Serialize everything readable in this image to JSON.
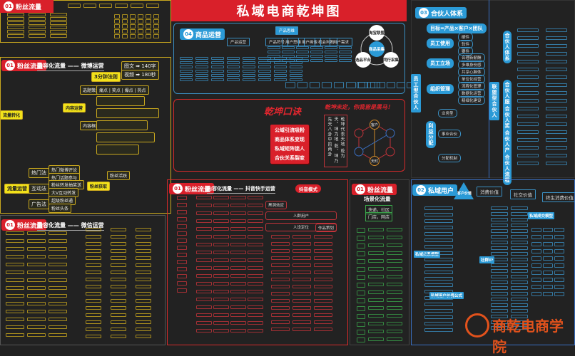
{
  "title": "私域电商乾坤图",
  "fans_top": {
    "badge_num": "01",
    "badge": "粉丝流量"
  },
  "weibo": {
    "badge_num": "01",
    "badge": "粉丝流量",
    "subtitle": "内容化流量 —— 微博运营",
    "rule": "3分钟法则",
    "rule_items": [
      "图文 ➡ 140字",
      "视频 ➡ 180秒"
    ],
    "traffic": "流量运营",
    "hot": "热门法",
    "hot_items": [
      "热门微博评论",
      "热门话题参与"
    ],
    "interact": "互动法",
    "interact_items": [
      "粉丝转发抽奖送",
      "大V互动转发"
    ],
    "ad": "广告法",
    "ad_items": [
      "超级粉丝通",
      "粉丝头条"
    ],
    "content": "内容运营",
    "topic": "选题策划",
    "topic_items": "痛点 | 笑点 | 爆点 | 热点",
    "frame": "内容框架",
    "fans_get": "粉丝获取",
    "fans_active": "粉丝活跃",
    "traffic_ops": "流量转化"
  },
  "wechat": {
    "badge_num": "01",
    "badge": "粉丝流量",
    "subtitle": "内容化流量 —— 微信运营"
  },
  "goods": {
    "badge_num": "04",
    "badge": "商品运营",
    "root": "产品思维",
    "branches": [
      "产品运营",
      "产品符号",
      "用户思维",
      "用户画像",
      "机会判断",
      "用户需求"
    ],
    "cycle": [
      "淘宝联盟",
      "商品采集",
      "选品平台",
      "同行采集"
    ]
  },
  "qiankun": {
    "title": "乾坤口诀",
    "slogan": "乾坤未定，你我皆是黑马！",
    "buttons": [
      "公域引流吸粉",
      "商品体系变现",
      "私域矩阵锁人",
      "合伙关系裂变"
    ],
    "explain": "乾坤代表天地 乾为天，坤为地 乾、坤乃先天八卦中的两卦",
    "hex": [
      "客户",
      "天时"
    ]
  },
  "douyin": {
    "badge_num": "01",
    "badge": "粉丝流量",
    "subtitle": "内容化流量 —— 抖音快手运营",
    "mode": "抖音模式",
    "nodes": [
      "黑洞效应",
      "人群用户",
      "人设定位",
      "作品策划"
    ]
  },
  "scene": {
    "badge_num": "01",
    "badge": "粉丝流量",
    "subtitle": "场景化流量",
    "items": [
      "快递，社区",
      "门店，网店"
    ]
  },
  "partner": {
    "badge_num": "03",
    "badge": "合伙人体系",
    "formula": "目标=产品×客户×团队",
    "left_root": "员工型合伙人",
    "groups": [
      {
        "label": "员工使用",
        "items": [
          "硬件",
          "软件",
          "要件"
        ]
      },
      {
        "label": "员工立场",
        "items": [
          "合理新薪酬",
          "多维身份感",
          "共享心脑体"
        ]
      },
      {
        "label": "组织管理",
        "items": [
          "单位化经营",
          "流程化管理",
          "数据化运营",
          "精细化建设"
        ]
      }
    ],
    "benefit": "利益分配",
    "benefit_items": [
      "业务型",
      "事业合伙",
      "分配机制"
    ],
    "right_root": "联盟型合伙人",
    "right_groups": [
      "合伙人体系",
      "合伙人服务",
      "合伙人奖励",
      "合伙人产品",
      "合伙人流程"
    ]
  },
  "private": {
    "badge_num": "02",
    "badge": "私域用户",
    "center": "客户价值",
    "values": [
      "消费价值",
      "社交价值",
      "终生消费价值"
    ],
    "model1": "私域关系模型",
    "formula": "私域用户价值公式",
    "ip": "社群IP",
    "model2": "私域成交模型"
  },
  "watermark": "商乾电商学院",
  "colors": {
    "red": "#d9202a",
    "yellow": "#f2e21a",
    "blue": "#2b9ad6",
    "green": "#3aa34a"
  }
}
